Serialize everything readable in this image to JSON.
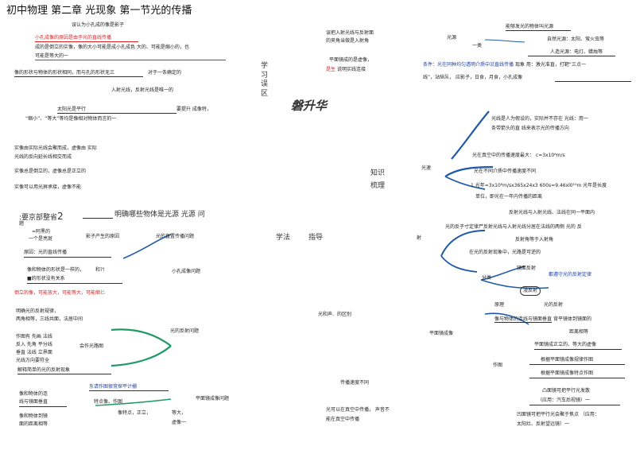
{
  "title": "初中物理 第二章 光现象 第一节光的传播",
  "watermark": "磐升华",
  "colors": {
    "red": "#d22222",
    "blue": "#1a3faa",
    "green": "#1e9a64",
    "branch": "#1f5aa8"
  },
  "left": {
    "top_note": "误认为小孔成的像是影子",
    "pinhole_1": "小孔成像的原因是由于光的直线传播",
    "pinhole_1_tail": "",
    "pinhole_2": "成的是倒立的实像，像的大小可能是成小孔成色 大的、可能是缩小的，也",
    "pinhole_3": "可能是等大的一",
    "shape_1": "像的形状与物体的形状相同，而与孔的形状无三",
    "shape_2": "对于一条确定的",
    "light_1": "入射光线，反射光线是唯一的",
    "sun_1": "太阳光是平行",
    "sun_2": "要提升 成像特，",
    "sun_3": "“缩小”、“等大”等均是像相对物体而言的一",
    "real_1": "实像由实际光线会聚而成，虚像由 实际",
    "real_2": "光线的反向延长线相交而成",
    "real_3": "实像总是倒立的，虚像总是正立的",
    "real_4": "实像可以用光屏承接，虚像不能",
    "q2_prefix": ":要京部整省",
    "q2_num": "2",
    "q2_tail": "明确哪些物体是光源  光源 问",
    "q2_tail_2": "题",
    "shadow_1": "=阿黑的",
    "shadow_2": "一个是亮斑",
    "shadow_3": "影子产生的原因",
    "shadow_4": "光的直置传播问题",
    "cause": "原因：光的直线传播",
    "shape_same_1": "像和物体的形状是一样的，",
    "shape_same_1b": "和?!",
    "shape_same_2": "■的形状没有关系",
    "pinhole_q": "小孔成像问题",
    "invert": "倒立的像，可能放大，可能等大，可能缩",
    "invert_tail": "匕",
    "law_1": "明确光的反射规律，",
    "law_2": "两角相等，三线共面，法居中间",
    "draw_1": "作图有 先画 法线",
    "draw_2": "反入 先角 平分线",
    "draw_3": "垂直 法线 立界面",
    "draw_4": "光线方向要符全",
    "draw_label": "会作光路图",
    "reflect_q": "光的反射问题",
    "solve": "解释简单的光的反射现象",
    "sym_1": "像和物体的连",
    "sym_2": "线与镜面垂直",
    "dist_1": "像和物体到镜",
    "dist_2": "面的距离相等",
    "draw_method": "东请作图很常探平计栅",
    "feature_1": "特点像、作图",
    "feature_2": "像特点，正立，",
    "feature_3": "等大，",
    "feature_4": "虚像一",
    "plane_q": "平面镜成像问题"
  },
  "middle": {
    "rev_1": "误把入射光线与反射面",
    "rev_2": "的夹角当做是入射角",
    "rev_3": "平面镜成的是虚像，",
    "rev_4": "是生",
    "rev_4b": "说明实线连接",
    "section": [
      "学",
      "习",
      "误",
      "区"
    ],
    "knowledge": [
      "知识",
      "梳理"
    ],
    "method": "学法",
    "guide": "指导",
    "she": "射",
    "light_sound": "光和声",
    "light_sound_2": "的区别",
    "speed_diff": "传播速度不同",
    "vacuum": "光可以在真空中传播，  声音不",
    "vacuum_2": "能在真空中传播"
  },
  "right": {
    "sources_head": "能够发光的物体叫光源",
    "source_label": "光源",
    "cls_label": "一类",
    "natural": "自然光源：太阳、萤火虫等",
    "artificial": "人造光源：电灯、蜡烛等",
    "cond_1": "条件：光在同种均匀透明介质中沿直线传播",
    "cond_1b": "现象 用：激光准直，打靶“三点一",
    "cond_2": "线”，站纵队，",
    "cond_2b": "应影子，日食，月食，小孔成像",
    "ray_1": "光线是人为假设的，实际并不存在  光线：用一",
    "ray_2": "条带箭头的直 线来表示光的传播方向",
    "speed_label": "光速",
    "speed_1": "光在真空中的传播速度最大：  c=3x10⁸m/s",
    "speed_2": "光在不同介质中传播速度不同",
    "speed_3": "1 光年=3x10⁸m/sx365x24x3 600s=9.46xl0¹⁵m 光年是长度",
    "speed_4": "单位，即光在一年内传播的距离",
    "refl_1": "反射光线与入射光线、法线在同一平面内",
    "refl_2": "光的反子寸定律尸反射光线与入射光线分居在法线的两侧  光的  反",
    "refl_3": "反射角等于入射角",
    "refl_4": "在光的反射现象中，光路是可逆的",
    "mirror": "镜面反射",
    "classify": "分类",
    "diffuse_wrap": "漫反射",
    "diffuse": "都遵守光的反射定律",
    "principle": "原理",
    "refl_head": "光的反射",
    "equal": "像与物体的连线与镜面垂直",
    "equal_2": "背平镜体到镜面的",
    "dist_eq": "距离相等",
    "plane_mirror": "平面镜成像",
    "plane_feat": "平面镜成正立的、等大的虚像",
    "draw_label": "作图",
    "rule_1": "根据平面镜成像规律作图",
    "rule_2": "根据平面镜成像特点作图",
    "convex": "凸面镜可把平行光发散",
    "convex_2": "（应用：汽车后视镜）一",
    "concave": "凹面镜可把平行光会聚于焦点  （应用：",
    "concave_2": "太阳灶、反射望远镜）一"
  }
}
